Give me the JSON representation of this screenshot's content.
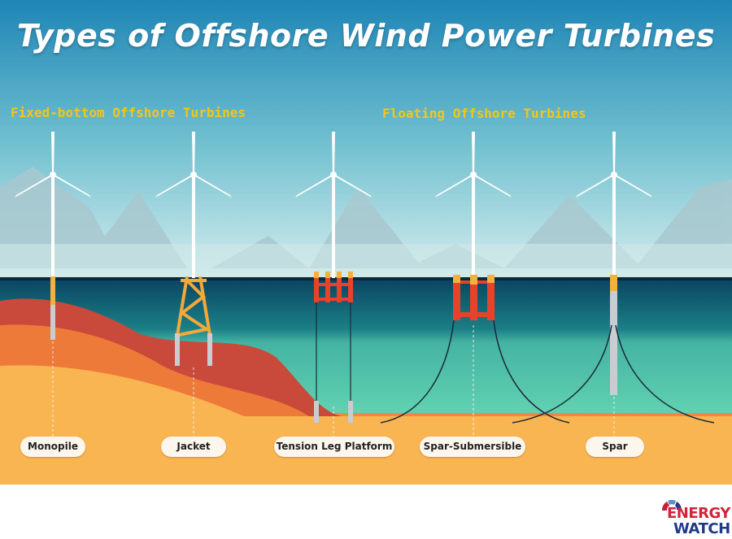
{
  "title": "Types of Offshore Wind Power Turbines",
  "groups": {
    "fixed": "Fixed-bottom Offshore Turbines",
    "floating": "Floating Offshore Turbines"
  },
  "turbines": [
    {
      "label": "Monopile"
    },
    {
      "label": "Jacket"
    },
    {
      "label": "Tension Leg Platform"
    },
    {
      "label": "Spar-Submersible"
    },
    {
      "label": "Spar"
    }
  ],
  "logo": {
    "line1": "ENERGY",
    "line2": "WATCH"
  },
  "colors": {
    "sky": "#2a8fbb",
    "sea_dark": "#0e4e69",
    "sea_light": "#5fcfae",
    "seabed": "#f9b552",
    "platform": "#e8432a",
    "title_accent": "#f5c518"
  }
}
